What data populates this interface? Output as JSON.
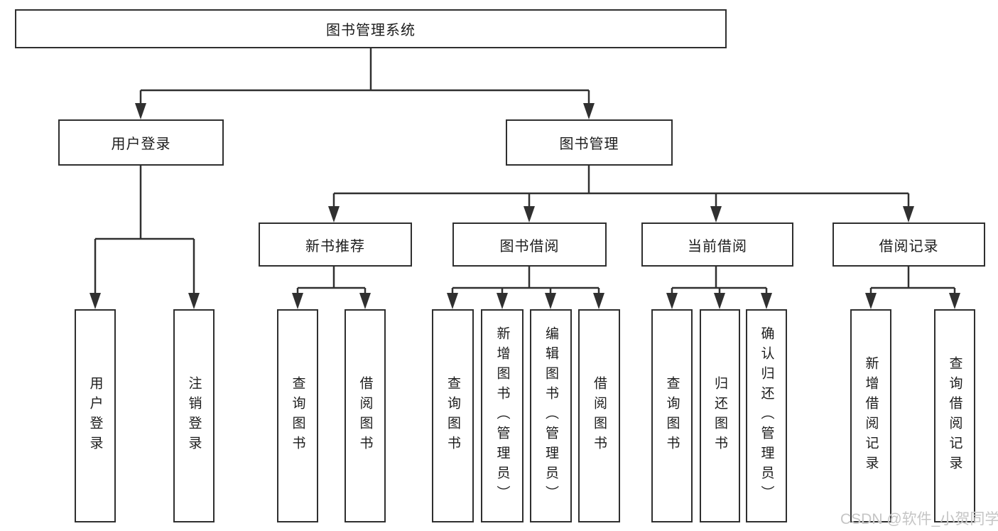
{
  "diagram": {
    "watermark": "CSDN @软件_小贺同学",
    "colors": {
      "line": "#303030",
      "box_border": "#2f2f2f",
      "box_background": "#ffffff",
      "text": "#1c1c1c",
      "watermark": "#c5c5c5"
    },
    "root": {
      "label": "图书管理系统",
      "children": [
        {
          "label": "用户登录",
          "children": [
            {
              "label": "用户登录"
            },
            {
              "label": "注销登录"
            }
          ]
        },
        {
          "label": "图书管理",
          "children": [
            {
              "label": "新书推荐",
              "children": [
                {
                  "label": "查询图书"
                },
                {
                  "label": "借阅图书"
                }
              ]
            },
            {
              "label": "图书借阅",
              "children": [
                {
                  "label": "查询图书"
                },
                {
                  "label": "新增图书（管理员）"
                },
                {
                  "label": "编辑图书（管理员）"
                },
                {
                  "label": "借阅图书"
                }
              ]
            },
            {
              "label": "当前借阅",
              "children": [
                {
                  "label": "查询图书"
                },
                {
                  "label": "归还图书"
                },
                {
                  "label": "确认归还（管理员）"
                }
              ]
            },
            {
              "label": "借阅记录",
              "children": [
                {
                  "label": "新增借阅记录"
                },
                {
                  "label": "查询借阅记录"
                }
              ]
            }
          ]
        }
      ]
    }
  }
}
